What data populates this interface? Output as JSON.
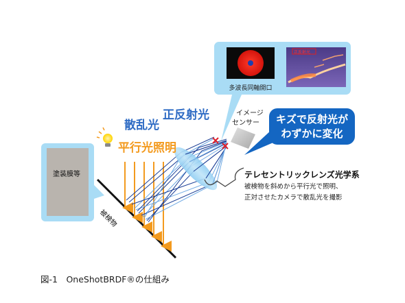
{
  "labels": {
    "inset_caption": "多波長同軸開口",
    "inset_photo_text": "正反射光",
    "scatter": "散乱光",
    "specular": "正反射光",
    "parallel": "平行光照明",
    "sensor_line1": "イメージ",
    "sensor_line2": "センサー",
    "callout_line1": "キズで反射光が",
    "callout_line2": "わずかに変化",
    "sample_label": "塗装膜等",
    "object": "被検物",
    "system_title": "テレセントリックレンズ光学系",
    "system_desc1": "被検物を斜めから平行光で照明、",
    "system_desc2": "正対させたカメラで散乱光を撮影",
    "figure_caption": "図-1　OneShotBRDF®の仕組み"
  },
  "colors": {
    "light_blue_panel": "#a9dcf5",
    "scatter_blue": "#2e6bc4",
    "specular_blue": "#2e6bc4",
    "parallel_orange": "#f39a1e",
    "callout_blue": "#1466c2",
    "ray_blue": "#1c3f96",
    "ray_light": "#6fa9e3",
    "sensor_gray": "#c8c8c8"
  }
}
